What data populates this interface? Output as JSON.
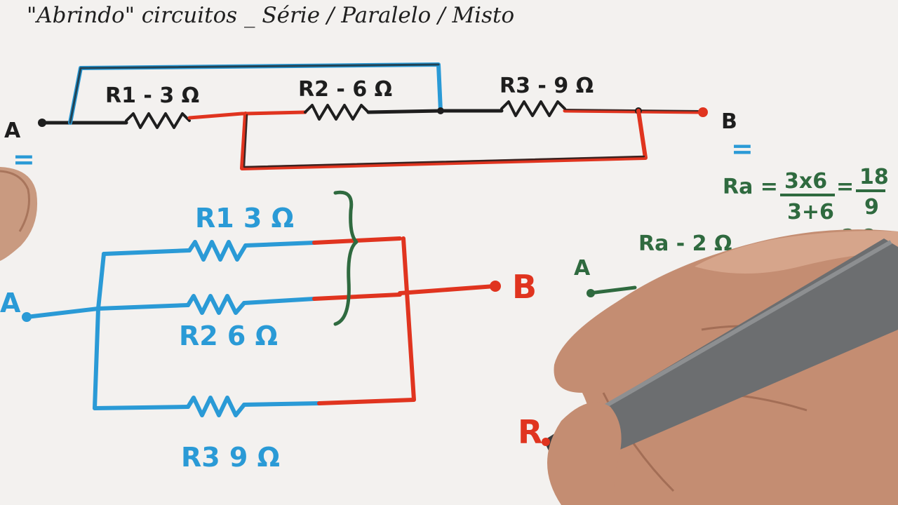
{
  "title": "\"Abrindo\" circuitos _ Série / Paralelo / Misto",
  "top_circuit": {
    "node_a": "A",
    "node_b": "B",
    "r1": "R1 - 3 Ω",
    "r2": "R2 - 6 Ω",
    "r3": "R3 - 9 Ω"
  },
  "equals_left": "=",
  "equals_right": "=",
  "bottom_circuit": {
    "node_a": "A",
    "node_b": "B",
    "r1": "R1  3 Ω",
    "r2": "R2  6 Ω",
    "r3": "R3  9 Ω"
  },
  "calculation": {
    "lhs": "Ra =",
    "numerator": "3x6",
    "denominator": "3+6",
    "eq": "=",
    "frac2_num": "18",
    "frac2_den": "9",
    "result": "2 Ω",
    "ra_label": "Ra - 2 Ω",
    "node_a": "A"
  },
  "partial_label": "R",
  "colors": {
    "black": "#1e1e1e",
    "blue": "#2a9ad6",
    "red": "#e0341f",
    "green": "#2f6a3f",
    "paper": "#f3f1ef"
  }
}
